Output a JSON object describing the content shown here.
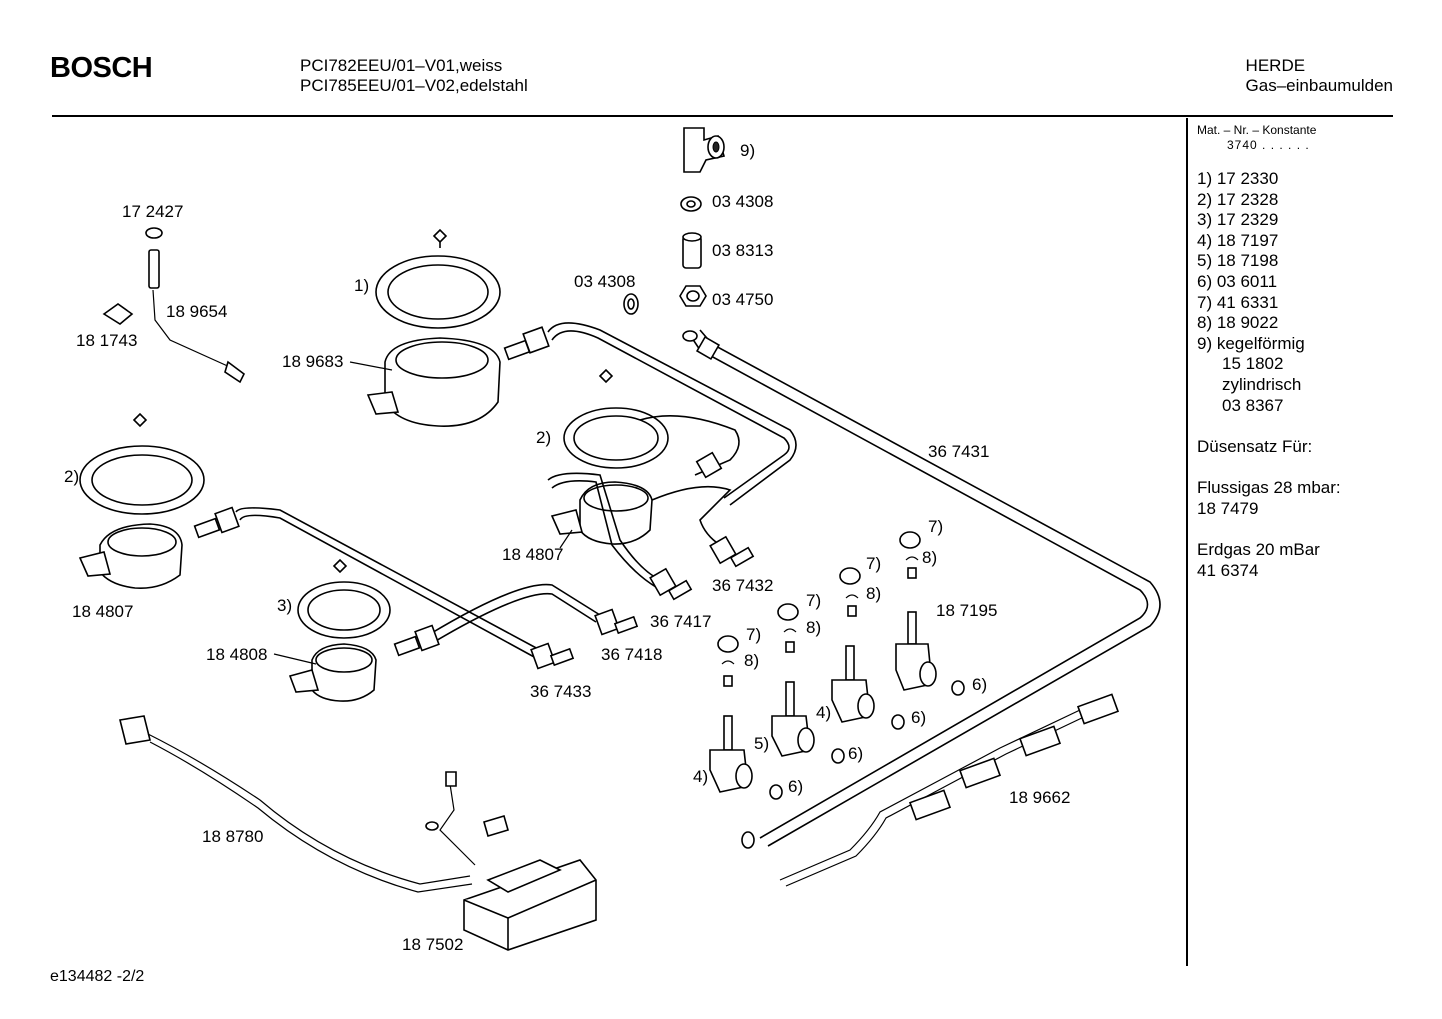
{
  "header": {
    "brand": "BOSCH",
    "model_line_1": "PCI782EEU/01–V01,weiss",
    "model_line_2": "PCI785EEU/01–V02,edelstahl",
    "category_line_1": "HERDE",
    "category_line_2": "Gas–einbaumulden"
  },
  "side_panel": {
    "konstante_title": "Mat. – Nr. – Konstante",
    "konstante_value": "3740 . .   . . . .",
    "parts": [
      "1) 17 2330",
      "2) 17 2328",
      "3) 17 2329",
      "4) 18 7197",
      "5) 18 7198",
      "6) 03 6011",
      "7) 41 6331",
      "8) 18 9022",
      "9) kegelförmig"
    ],
    "parts_continued": [
      "15 1802",
      "zylindrisch",
      "03 8367"
    ],
    "duesensatz": "Düsensatz Für:",
    "fluessiggas_label": "Flussigas 28 mbar:",
    "fluessiggas_value": "18 7479",
    "erdgas_label": "Erdgas 20 mBar",
    "erdgas_value": "41 6374"
  },
  "diagram_labels": {
    "l_9": "9)",
    "l_034308_a": "03 4308",
    "l_038313": "03 8313",
    "l_034308_b": "03 4308",
    "l_034750": "03 4750",
    "l_172427": "17 2427",
    "l_189654": "18 9654",
    "l_181743": "18 1743",
    "l_1": "1)",
    "l_189683": "18 9683",
    "l_2a": "2)",
    "l_2b": "2)",
    "l_184807_a": "18 4807",
    "l_184807_b": "18 4807",
    "l_3": "3)",
    "l_184808": "18 4808",
    "l_367431": "36 7431",
    "l_367432": "36 7432",
    "l_367417": "36 7417",
    "l_367418": "36 7418",
    "l_367433": "36 7433",
    "l_187195": "18 7195",
    "l_7a": "7)",
    "l_7b": "7)",
    "l_7c": "7)",
    "l_7d": "7)",
    "l_8a": "8)",
    "l_8b": "8)",
    "l_8c": "8)",
    "l_8d": "8)",
    "l_4a": "4)",
    "l_4b": "4)",
    "l_5": "5)",
    "l_6a": "6)",
    "l_6b": "6)",
    "l_6c": "6)",
    "l_6d": "6)",
    "l_189662": "18 9662",
    "l_188780": "18 8780",
    "l_187502": "18 7502"
  },
  "footer": {
    "doc_id": "e134482   -2/2"
  }
}
